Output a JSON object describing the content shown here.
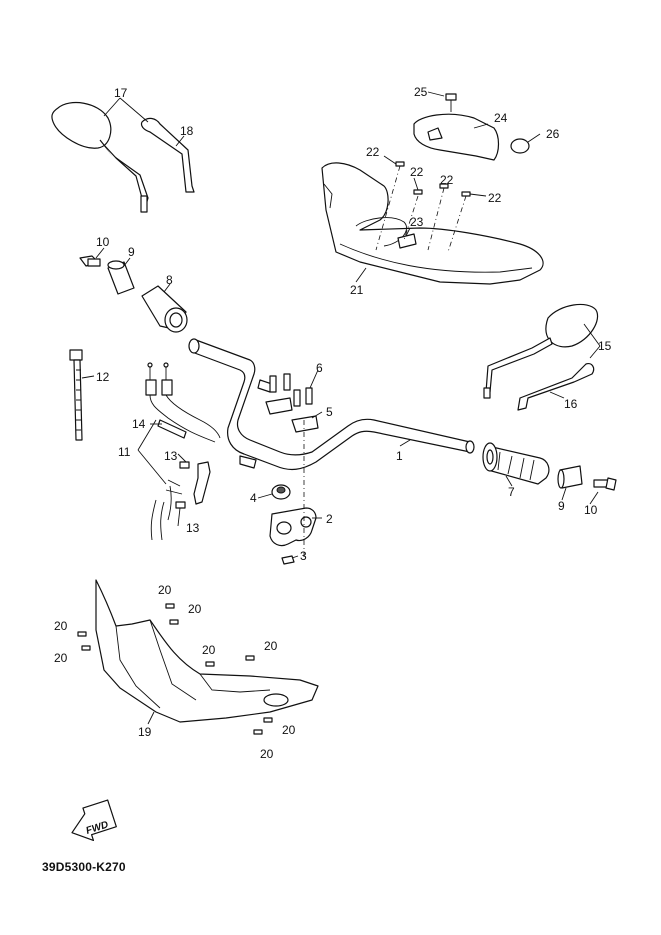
{
  "diagram": {
    "callouts": [
      {
        "id": "c1",
        "text": "1"
      },
      {
        "id": "c2",
        "text": "2"
      },
      {
        "id": "c3",
        "text": "3"
      },
      {
        "id": "c4",
        "text": "4"
      },
      {
        "id": "c5",
        "text": "5"
      },
      {
        "id": "c6",
        "text": "6"
      },
      {
        "id": "c7",
        "text": "7"
      },
      {
        "id": "c8",
        "text": "8"
      },
      {
        "id": "c9a",
        "text": "9"
      },
      {
        "id": "c9b",
        "text": "9"
      },
      {
        "id": "c10a",
        "text": "10"
      },
      {
        "id": "c10b",
        "text": "10"
      },
      {
        "id": "c11",
        "text": "11"
      },
      {
        "id": "c12",
        "text": "12"
      },
      {
        "id": "c13a",
        "text": "13"
      },
      {
        "id": "c13b",
        "text": "13"
      },
      {
        "id": "c14",
        "text": "14"
      },
      {
        "id": "c15",
        "text": "15"
      },
      {
        "id": "c16",
        "text": "16"
      },
      {
        "id": "c17",
        "text": "17"
      },
      {
        "id": "c18",
        "text": "18"
      },
      {
        "id": "c19",
        "text": "19"
      },
      {
        "id": "c20a",
        "text": "20"
      },
      {
        "id": "c20b",
        "text": "20"
      },
      {
        "id": "c20c",
        "text": "20"
      },
      {
        "id": "c20d",
        "text": "20"
      },
      {
        "id": "c20e",
        "text": "20"
      },
      {
        "id": "c20f",
        "text": "20"
      },
      {
        "id": "c20g",
        "text": "20"
      },
      {
        "id": "c20h",
        "text": "20"
      },
      {
        "id": "c21",
        "text": "21"
      },
      {
        "id": "c22a",
        "text": "22"
      },
      {
        "id": "c22b",
        "text": "22"
      },
      {
        "id": "c22c",
        "text": "22"
      },
      {
        "id": "c22d",
        "text": "22"
      },
      {
        "id": "c23",
        "text": "23"
      },
      {
        "id": "c24",
        "text": "24"
      },
      {
        "id": "c25",
        "text": "25"
      },
      {
        "id": "c26",
        "text": "26"
      }
    ],
    "fwd_label": "FWD",
    "part_number": "39D5300-K270"
  }
}
